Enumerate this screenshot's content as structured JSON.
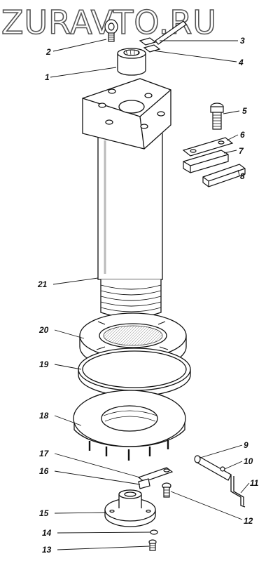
{
  "watermark": "ZURAVTO.RU",
  "callouts": [
    {
      "id": "1",
      "label": "1"
    },
    {
      "id": "2",
      "label": "2"
    },
    {
      "id": "3",
      "label": "3"
    },
    {
      "id": "4",
      "label": "4"
    },
    {
      "id": "5",
      "label": "5"
    },
    {
      "id": "6",
      "label": "6"
    },
    {
      "id": "7",
      "label": "7"
    },
    {
      "id": "8",
      "label": "8"
    },
    {
      "id": "9",
      "label": "9"
    },
    {
      "id": "10",
      "label": "10"
    },
    {
      "id": "11",
      "label": "11"
    },
    {
      "id": "12",
      "label": "12"
    },
    {
      "id": "13",
      "label": "13"
    },
    {
      "id": "14",
      "label": "14"
    },
    {
      "id": "15",
      "label": "15"
    },
    {
      "id": "16",
      "label": "16"
    },
    {
      "id": "17",
      "label": "17"
    },
    {
      "id": "18",
      "label": "18"
    },
    {
      "id": "19",
      "label": "19"
    },
    {
      "id": "20",
      "label": "20"
    },
    {
      "id": "21",
      "label": "21"
    }
  ]
}
